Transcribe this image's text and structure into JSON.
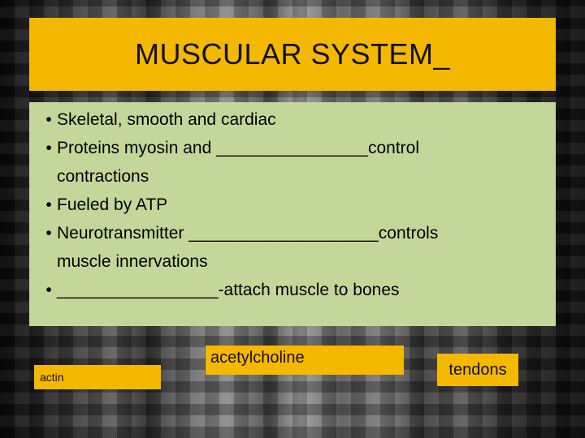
{
  "slide": {
    "title": "MUSCULAR SYSTEM_",
    "bullet_symbol": "•",
    "bullets": [
      {
        "lines": [
          "Skeletal, smooth and cardiac"
        ]
      },
      {
        "lines": [
          "Proteins myosin and ________________control",
          "contractions"
        ]
      },
      {
        "lines": [
          "Fueled by ATP"
        ]
      },
      {
        "lines": [
          "Neurotransmitter ____________________controls",
          "muscle innervations"
        ]
      },
      {
        "lines": [
          "_________________-attach muscle to bones"
        ]
      }
    ],
    "answer_boxes": {
      "actin": "actin",
      "acetylcholine": "acetylcholine",
      "tendons": "tendons"
    },
    "colors": {
      "title_background": "#f5b800",
      "content_background": "#c4d79b",
      "answer_background": "#f5b800"
    }
  }
}
